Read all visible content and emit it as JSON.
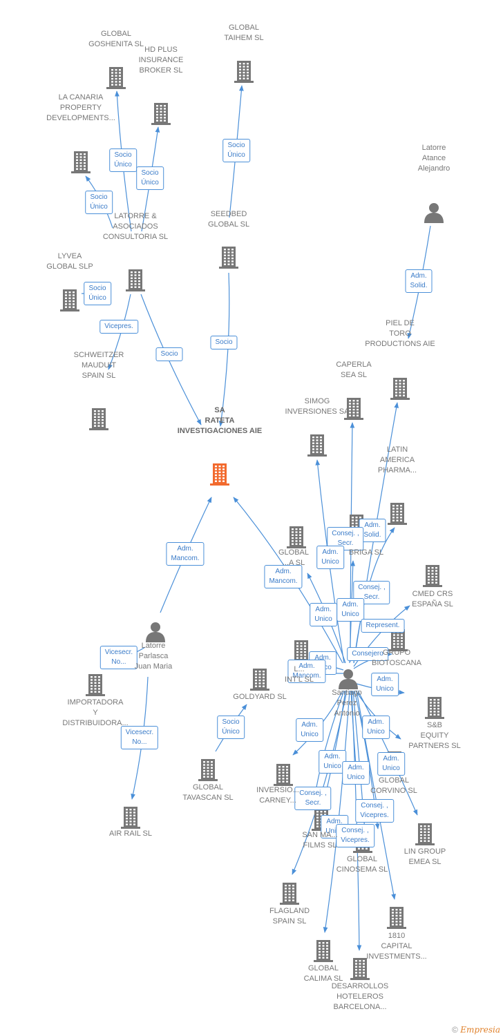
{
  "colors": {
    "edge": "#4a8fd8",
    "company": "#777777",
    "main": "#f26a2e"
  },
  "nodes": {
    "goshenita": {
      "label": "GLOBAL\nGOSHENITA SL",
      "type": "company"
    },
    "taihem": {
      "label": "GLOBAL\nTAIHEM SL",
      "type": "company"
    },
    "hdplus": {
      "label": "HD PLUS\nINSURANCE\nBROKER  SL",
      "type": "company"
    },
    "canaria": {
      "label": "LA CANARIA\nPROPERTY\nDEVELOPMENTS...",
      "type": "company"
    },
    "latorre_atance": {
      "label": "Latorre\nAtance\nAlejandro",
      "type": "person"
    },
    "seedbed": {
      "label": "SEEDBED\nGLOBAL  SL",
      "type": "company"
    },
    "latorre_asoc": {
      "label": "LATORRE &\nASOCIADOS\nCONSULTORIA SL",
      "type": "company"
    },
    "lyvea": {
      "label": "LYVEA\nGLOBAL  SLP",
      "type": "company"
    },
    "piel": {
      "label": "PIEL DE\nTORO\nPRODUCTIONS AIE",
      "type": "company"
    },
    "caperla": {
      "label": "CAPERLA\nSEA SL",
      "type": "company"
    },
    "schweitzer": {
      "label": "SCHWEITZER\nMAUDUIT\nSPAIN SL",
      "type": "company"
    },
    "simog": {
      "label": "SIMOG\nINVERSIONES SA",
      "type": "company"
    },
    "main": {
      "label": "SA\nRATETA\nINVESTIGACIONES AIE",
      "type": "main"
    },
    "latin": {
      "label": "LATIN\nAMERICA\nPHARMA...",
      "type": "company"
    },
    "brigasl": {
      "label": "BRIGA SL",
      "type": "company"
    },
    "global_mid": {
      "label": "GLOBAL\n...A SL",
      "type": "company"
    },
    "cmed": {
      "label": "CMED CRS\nESPAÑA  SL",
      "type": "company"
    },
    "grupo": {
      "label": "GRUPO\nBIOTOSCANA",
      "type": "company"
    },
    "latorre_parlasca": {
      "label": "Latorre\nParlasca\nJuan Maria",
      "type": "person"
    },
    "intl": {
      "label": "L...\nINT'L  SL",
      "type": "company"
    },
    "goldyard": {
      "label": "GOLDYARD SL",
      "type": "company"
    },
    "importadora": {
      "label": "IMPORTADORA\nY\nDISTRIBUIDORA...",
      "type": "company"
    },
    "santiago": {
      "label": "Santiago\nPerez\nAntonio",
      "type": "person"
    },
    "sb": {
      "label": "S&B\nEQUITY\nPARTNERS  SL",
      "type": "company"
    },
    "tavascan": {
      "label": "GLOBAL\nTAVASCAN  SL",
      "type": "company"
    },
    "inversiones_carney": {
      "label": "INVERSIO...\nCARNEY...",
      "type": "company"
    },
    "corvino": {
      "label": "GLOBAL\nCORVINO SL",
      "type": "company"
    },
    "airrail": {
      "label": "AIR RAIL SL",
      "type": "company"
    },
    "sanmar": {
      "label": "SAN MA...\nFILMS SL",
      "type": "company"
    },
    "cinosema": {
      "label": "GLOBAL\nCINOSEMA SL",
      "type": "company"
    },
    "lin": {
      "label": "LIN GROUP\nEMEA  SL",
      "type": "company"
    },
    "flagland": {
      "label": "FLAGLAND\nSPAIN SL",
      "type": "company"
    },
    "capital1810": {
      "label": "1810\nCAPITAL\nINVESTMENTS...",
      "type": "company"
    },
    "calima": {
      "label": "GLOBAL\nCALIMA SL",
      "type": "company"
    },
    "desarrollos": {
      "label": "DESARROLLOS\nHOTELEROS\nBARCELONA...",
      "type": "company"
    }
  },
  "edges": [
    {
      "id": "e1",
      "label": "Socio\nÚnico"
    },
    {
      "id": "e2",
      "label": "Socio\nÚnico"
    },
    {
      "id": "e3",
      "label": "Socio\nÚnico"
    },
    {
      "id": "e4",
      "label": "Socio\nÚnico"
    },
    {
      "id": "e5",
      "label": "Socio\nÚnico"
    },
    {
      "id": "e6",
      "label": "Vicepres."
    },
    {
      "id": "e7",
      "label": "Socio"
    },
    {
      "id": "e8",
      "label": "Socio"
    },
    {
      "id": "e9",
      "label": "Adm.\nSolid."
    },
    {
      "id": "e10",
      "label": "Adm.\nMancom."
    },
    {
      "id": "e11",
      "label": "Vicesecr.\nNo..."
    },
    {
      "id": "e12",
      "label": "Vicesecr.\nNo..."
    },
    {
      "id": "e13",
      "label": "Socio\nÚnico"
    },
    {
      "id": "e14",
      "label": "Adm.\nMancom."
    },
    {
      "id": "e15",
      "label": "Adm.\nSolid."
    },
    {
      "id": "e16",
      "label": "Consej. ,\nSecr."
    },
    {
      "id": "e17",
      "label": "Adm.\nUnico"
    },
    {
      "id": "e18",
      "label": "Consej. ,\nSecr."
    },
    {
      "id": "e19",
      "label": "Adm.\nUnico"
    },
    {
      "id": "e20",
      "label": "Adm.\nUnico"
    },
    {
      "id": "e21",
      "label": "Represent."
    },
    {
      "id": "e22",
      "label": "Consejero"
    },
    {
      "id": "e23",
      "label": "Adm.\nUnico"
    },
    {
      "id": "e24",
      "label": "Adm.\nMancom."
    },
    {
      "id": "e25",
      "label": "Adm.\nUnico"
    },
    {
      "id": "e26",
      "label": "Adm.\nUnico"
    },
    {
      "id": "e27",
      "label": "Adm.\nUnico"
    },
    {
      "id": "e28",
      "label": "Adm.\nUnico"
    },
    {
      "id": "e29",
      "label": "Adm.\nUnico"
    },
    {
      "id": "e30",
      "label": "Adm.\nUnico"
    },
    {
      "id": "e31",
      "label": "Consej. ,\nSecr."
    },
    {
      "id": "e32",
      "label": "Consej. ,\nVicepres."
    },
    {
      "id": "e33",
      "label": "Adm.\nUnico"
    },
    {
      "id": "e34",
      "label": "Consej. ,\nVicepres."
    }
  ],
  "footer": {
    "copyright": "©",
    "brand": "Empresia"
  }
}
